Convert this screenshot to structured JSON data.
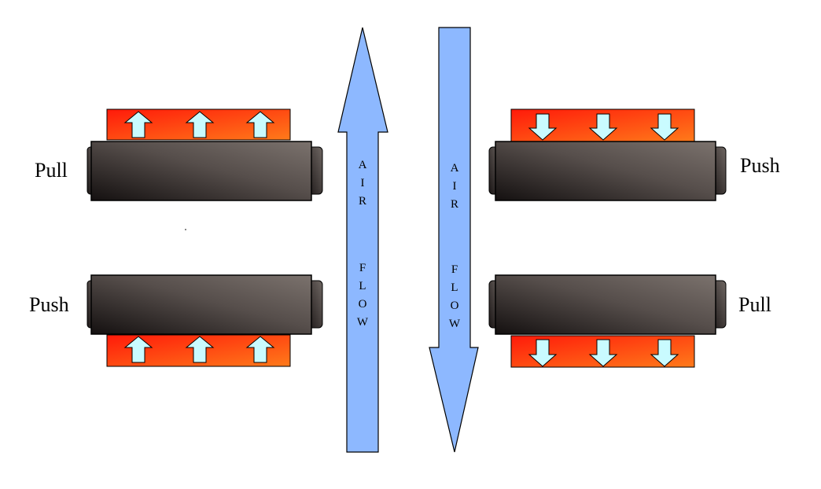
{
  "labels": {
    "top_left": "Pull",
    "bottom_left": "Push",
    "top_right": "Push",
    "bottom_right": "Pull"
  },
  "airflow_up": {
    "line1": "AIR",
    "line2": "FLOW"
  },
  "airflow_down": {
    "line1": "AIR",
    "line2": "FLOW"
  },
  "colors": {
    "flow_arrow_fill": "#8db8ff",
    "fan_body_dark": "#141010",
    "fan_body_light": "#7b726d",
    "heat_red": "#ff1a0a",
    "heat_orange": "#ff7a1a",
    "small_arrow_fill": "#c9fbff"
  }
}
